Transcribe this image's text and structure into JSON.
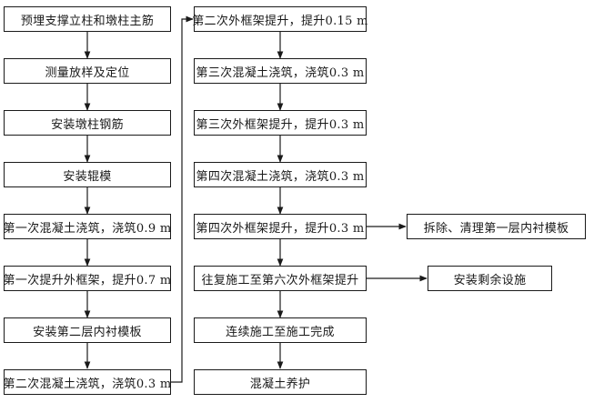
{
  "left_column": [
    "预埋支撑立柱和墩柱主筋",
    "测量放样及定位",
    "安装墩柱钢筋",
    "安装辊模",
    "第一次混凝土浇筑，浇筑0.9 m",
    "第一次提升外框架，提升0.7 m",
    "安装第二层内衬模板",
    "第二次混凝土浇筑，浇筑0.3 m"
  ],
  "middle_column": [
    "第二次外框架提升，提升0.15 m",
    "第三次混凝土浇筑，浇筑0.3 m",
    "第三次外框架提升，提升0.3 m",
    "第四次混凝土浇筑，浇筑0.3 m",
    "第四次外框架提升，提升0.3 m",
    "往复施工至第六次外框架提升",
    "连续施工至施工完成",
    "混凝土养护"
  ],
  "branches": [
    "拆除、清理第一层内衬模板",
    "安装剩余设施"
  ]
}
